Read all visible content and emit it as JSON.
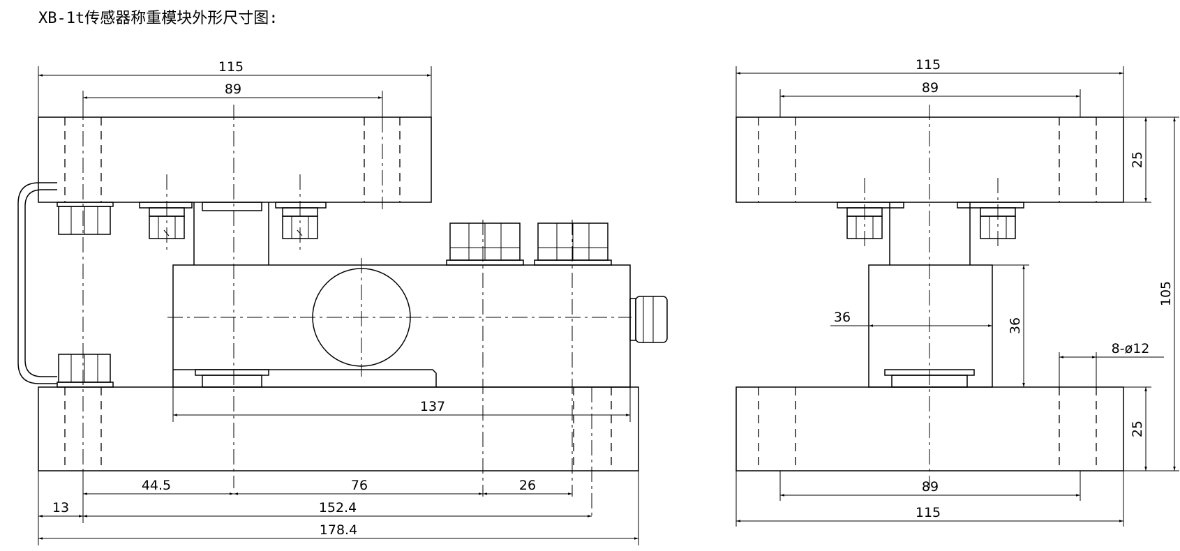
{
  "title": "XB-1t传感器称重模块外形尺寸图:",
  "front_view": {
    "dim_top_overall": "115",
    "dim_top_holes": "89",
    "dim_137": "137",
    "dim_44_5": "44.5",
    "dim_76": "76",
    "dim_26": "26",
    "dim_13": "13",
    "dim_152_4": "152.4",
    "dim_178_4": "178.4"
  },
  "side_view": {
    "dim_top_overall": "115",
    "dim_top_holes": "89",
    "dim_plate_top": "25",
    "dim_total_height": "105",
    "dim_sensor_width": "36",
    "dim_sensor_height": "36",
    "dim_holes": "8-ø12",
    "dim_plate_bottom": "25",
    "dim_bottom_holes": "89",
    "dim_bottom_overall": "115"
  }
}
